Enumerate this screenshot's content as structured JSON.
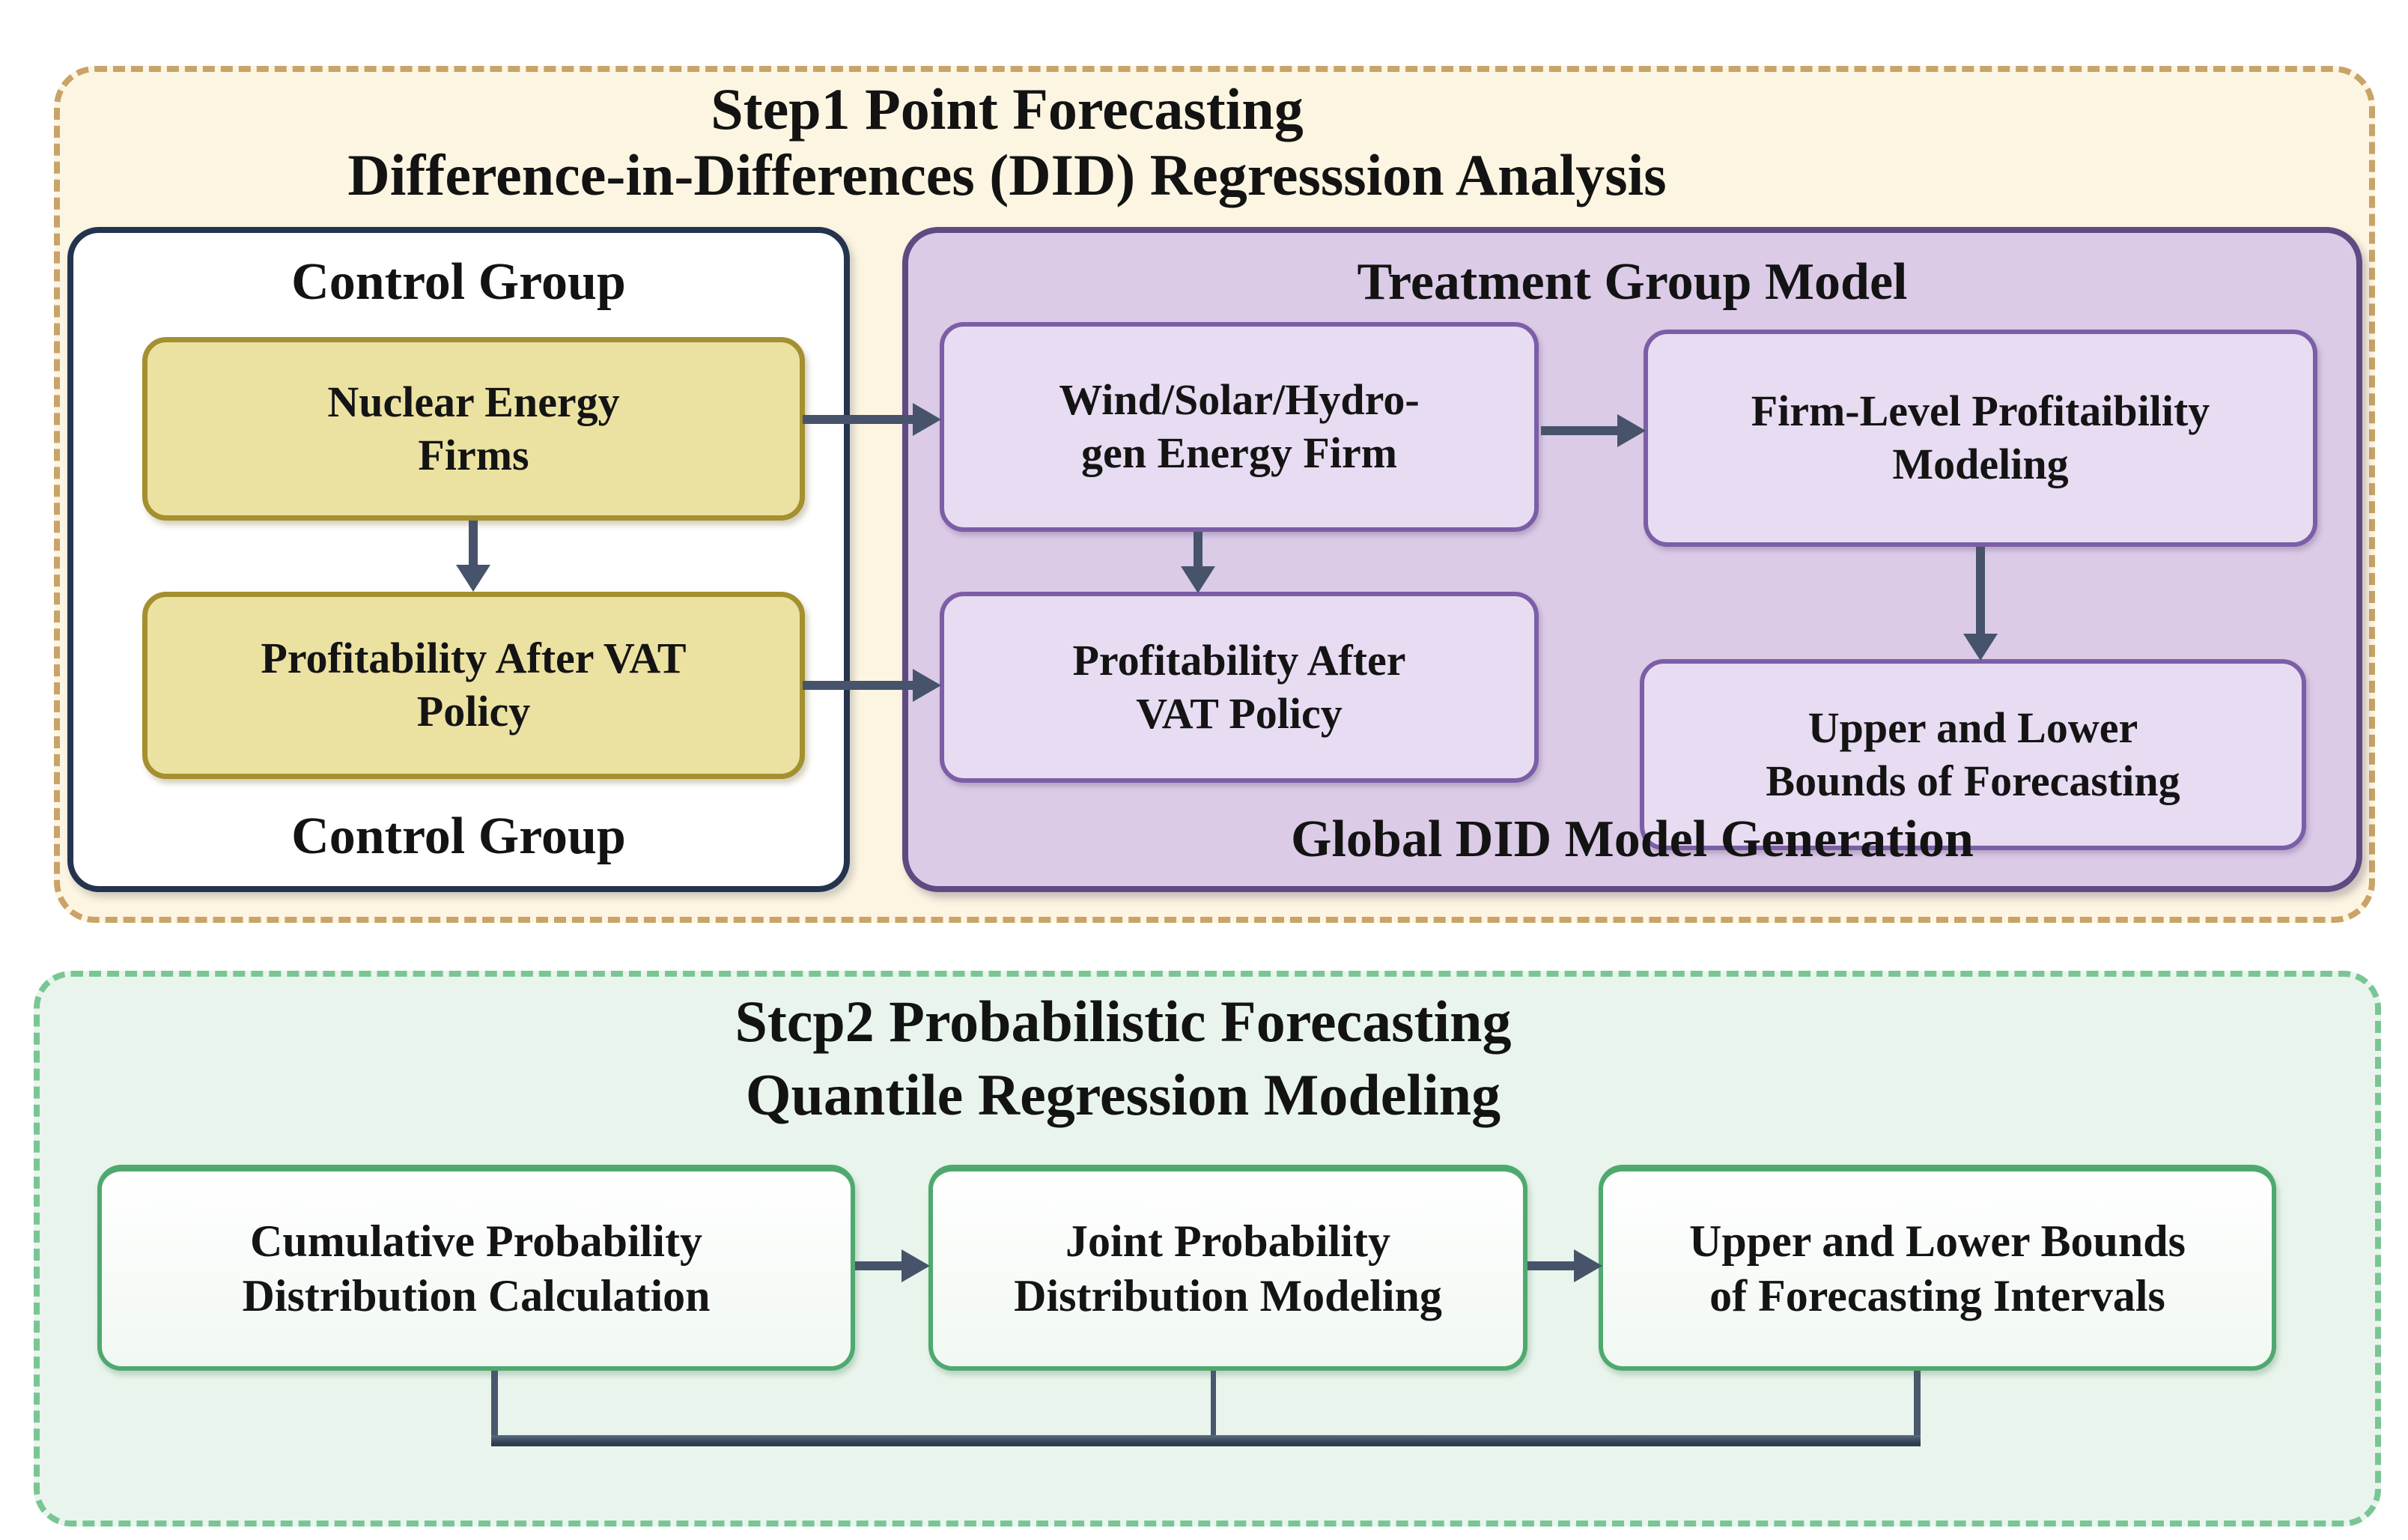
{
  "step1": {
    "title_line1": "Step1 Point Forecasting",
    "title_line2": "Difference-in-Differences (DID) Regresssion Analysis",
    "control_group": {
      "heading": "Control Group",
      "nuclear": {
        "line1": "Nuclear Energy",
        "line2": "Firms"
      },
      "profitability": {
        "line1": "Profitability After VAT",
        "line2": "Policy"
      },
      "footer": "Control Group"
    },
    "treatment_group": {
      "heading": "Treatment Group Model",
      "wind": {
        "line1": "Wind/Solar/Hydro-",
        "line2": "gen Energy Firm"
      },
      "firm_level": {
        "line1": "Firm-Level Profitaibility",
        "line2": "Modeling"
      },
      "profitability": {
        "line1": "Profitability After",
        "line2": "VAT Policy"
      },
      "bounds": {
        "line1": "Upper and Lower",
        "line2": "Bounds of Forecasting"
      },
      "footer": "Global DID Model Generation"
    }
  },
  "step2": {
    "title_line1": "Stcp2 Probabilistic Forecasting",
    "title_line2": "Quantile Regression Modeling",
    "cumulative": {
      "line1": "Cumulative Probability",
      "line2": "Distribution Calculation"
    },
    "joint": {
      "line1": "Joint Probability",
      "line2": "Distribution Modeling"
    },
    "intervals": {
      "line1": "Upper and Lower Bounds",
      "line2": "of Forecasting Intervals"
    }
  },
  "colors": {
    "step1_background": "#fcf5e1",
    "step1_dashed_border": "#c9a367",
    "control_box_border": "#24344e",
    "yellow_node_fill": "#ebe2a2",
    "yellow_node_border": "#a4902f",
    "treatment_panel_fill": "#dbcbe7",
    "treatment_panel_border": "#5e4b82",
    "purple_node_fill": "#e7dcf1",
    "purple_node_border": "#7b5ea6",
    "step2_background": "#e9f5ec",
    "step2_dashed_border": "#79c694",
    "green_node_border": "#4fa96f",
    "arrow_color": "#46536b",
    "text_color": "#141414"
  }
}
